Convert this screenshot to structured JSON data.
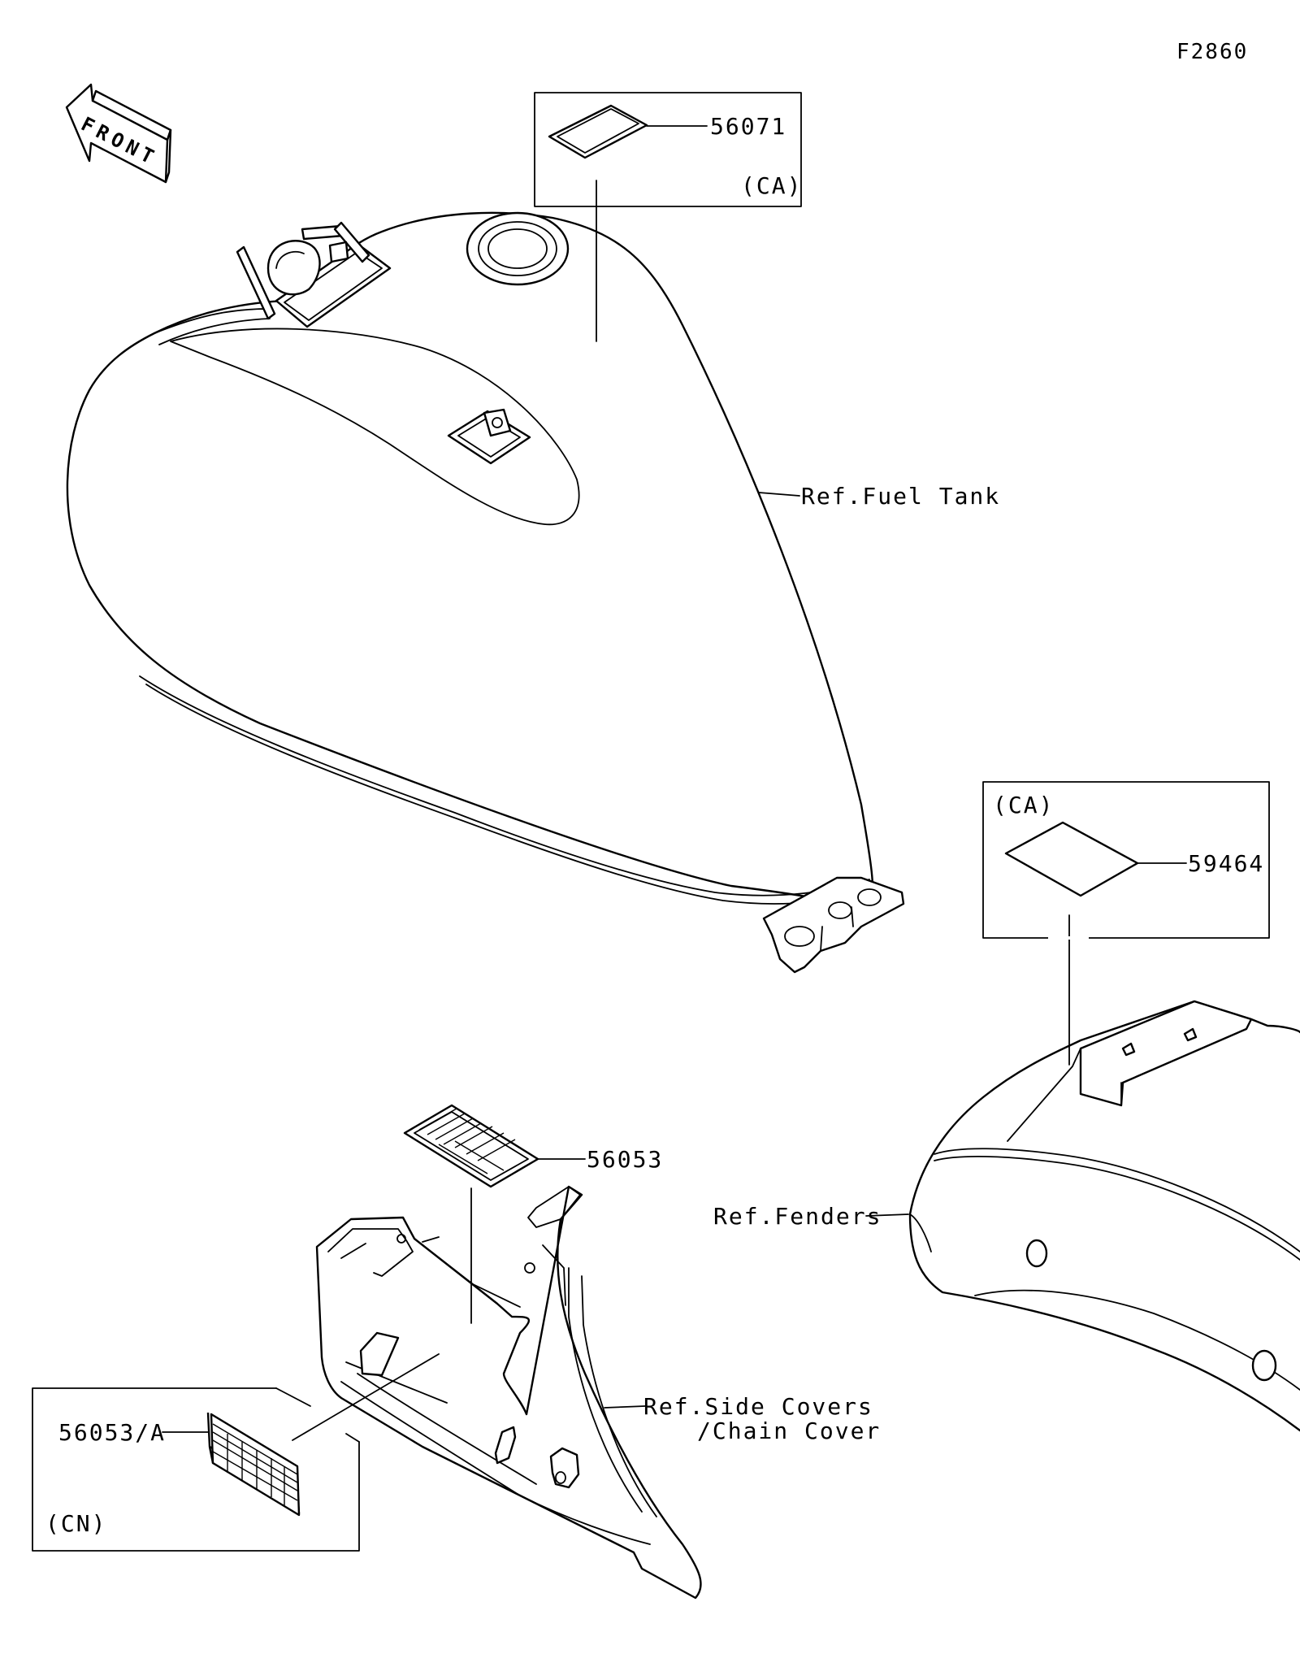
{
  "figure_id": "F2860",
  "front_arrow_label": "FRONT",
  "callouts": {
    "p56071": "56071",
    "p56071_region": "(CA)",
    "p59464": "59464",
    "p59464_region": "(CA)",
    "p56053": "56053",
    "p56053a": "56053/A",
    "p56053a_region": "(CN)"
  },
  "references": {
    "fuel_tank": "Ref.Fuel Tank",
    "fenders": "Ref.Fenders",
    "side_covers_line1": "Ref.Side Covers",
    "side_covers_line2": "/Chain Cover"
  }
}
